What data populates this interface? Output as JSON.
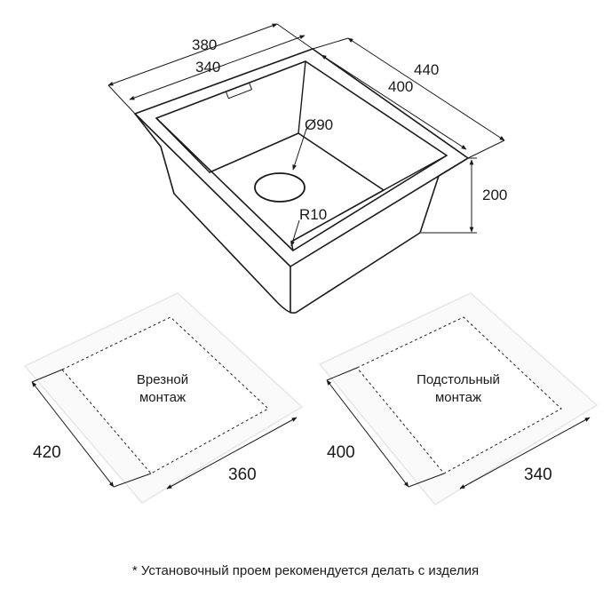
{
  "sink": {
    "width_outer": "380",
    "width_inner": "340",
    "depth_outer": "440",
    "depth_inner": "400",
    "height": "200",
    "drain_diameter": "Ø90",
    "corner_radius": "R10"
  },
  "cutouts": [
    {
      "label_line1": "Врезной",
      "label_line2": "монтаж",
      "depth": "420",
      "width": "360"
    },
    {
      "label_line1": "Подстольный",
      "label_line2": "монтаж",
      "depth": "400",
      "width": "340"
    }
  ],
  "footnote": "* Установочный проем рекомендуется делать с изделия",
  "colors": {
    "line": "#1a1a1a",
    "dashed": "#222222",
    "panel_fill": "#fafafa",
    "panel_stroke": "#e6e6e6"
  }
}
